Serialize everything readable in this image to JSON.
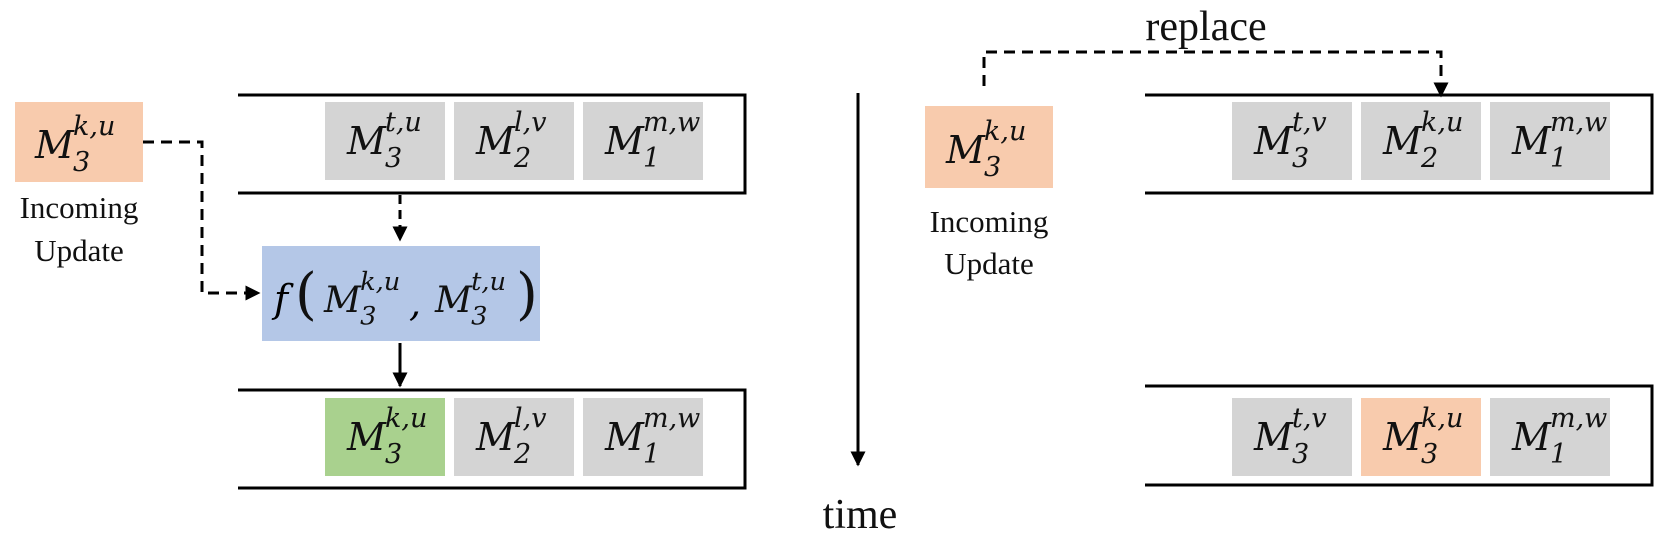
{
  "colors": {
    "gray": "#d4d4d4",
    "orange": "#f8cbad",
    "green": "#a9d18e",
    "blue": "#b4c7e7",
    "line": "#000000"
  },
  "captions": {
    "left_incoming_line1": "Incoming",
    "left_incoming_line2": "Update",
    "right_incoming_line1": "Incoming",
    "right_incoming_line2": "Update",
    "time": "time",
    "replace": "replace"
  },
  "function_box": {
    "func": "f",
    "open_paren": "(",
    "comma": ",",
    "close_paren": ")",
    "arg1": {
      "base": "M",
      "sub": "3",
      "sup": "k,u"
    },
    "arg2": {
      "base": "M",
      "sub": "3",
      "sup": "t,u"
    }
  },
  "left_incoming": {
    "base": "M",
    "sub": "3",
    "sup": "k,u"
  },
  "right_incoming": {
    "base": "M",
    "sub": "3",
    "sup": "k,u"
  },
  "left_top_queue": [
    {
      "base": "M",
      "sub": "3",
      "sup": "t,u",
      "color": "gray"
    },
    {
      "base": "M",
      "sub": "2",
      "sup": "l,v",
      "color": "gray"
    },
    {
      "base": "M",
      "sub": "1",
      "sup": "m,w",
      "color": "gray"
    }
  ],
  "left_bottom_queue": [
    {
      "base": "M",
      "sub": "3",
      "sup": "k,u",
      "color": "green"
    },
    {
      "base": "M",
      "sub": "2",
      "sup": "l,v",
      "color": "gray"
    },
    {
      "base": "M",
      "sub": "1",
      "sup": "m,w",
      "color": "gray"
    }
  ],
  "right_top_queue": [
    {
      "base": "M",
      "sub": "3",
      "sup": "t,v",
      "color": "gray"
    },
    {
      "base": "M",
      "sub": "2",
      "sup": "k,u",
      "color": "gray"
    },
    {
      "base": "M",
      "sub": "1",
      "sup": "m,w",
      "color": "gray"
    }
  ],
  "right_bottom_queue": [
    {
      "base": "M",
      "sub": "3",
      "sup": "t,v",
      "color": "gray"
    },
    {
      "base": "M",
      "sub": "3",
      "sup": "k,u",
      "color": "orange"
    },
    {
      "base": "M",
      "sub": "1",
      "sup": "m,w",
      "color": "gray"
    }
  ]
}
